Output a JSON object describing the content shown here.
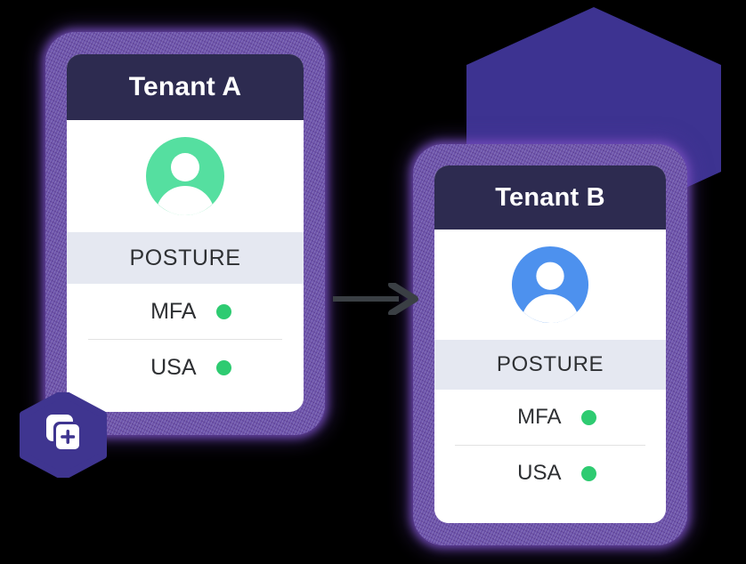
{
  "scene": {
    "title": "tenant-posture-copy-diagram",
    "background_color": "#000000"
  },
  "background_shape": {
    "name": "hexagon-backdrop",
    "color": "#3d3391"
  },
  "arrow": {
    "name": "flow-arrow",
    "direction": "right",
    "color": "#3a3f44"
  },
  "badge": {
    "name": "copy-posture-badge",
    "hex_color": "#3f3590",
    "icon": "copy-plus-icon",
    "icon_color": "#ffffff"
  },
  "cards": [
    {
      "id": "tenant-a",
      "title": "Tenant A",
      "header_color": "#2d2b50",
      "glow_color": "#6d54ab",
      "avatar": {
        "icon": "user-avatar-icon",
        "color": "#55dfa0"
      },
      "section_label": "POSTURE",
      "section_color": "#e5e8f1",
      "rows": [
        {
          "label": "MFA",
          "status": "ok",
          "status_color": "#2ecb71"
        },
        {
          "label": "USA",
          "status": "ok",
          "status_color": "#2ecb71"
        }
      ]
    },
    {
      "id": "tenant-b",
      "title": "Tenant B",
      "header_color": "#2d2b50",
      "glow_color": "#6d54ab",
      "avatar": {
        "icon": "user-avatar-icon",
        "color": "#4d91ee"
      },
      "section_label": "POSTURE",
      "section_color": "#e5e8f1",
      "rows": [
        {
          "label": "MFA",
          "status": "ok",
          "status_color": "#2ecb71"
        },
        {
          "label": "USA",
          "status": "ok",
          "status_color": "#2ecb71"
        }
      ]
    }
  ]
}
